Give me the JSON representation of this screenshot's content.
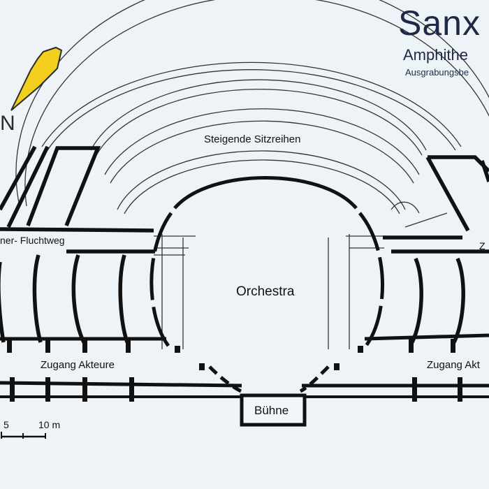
{
  "header": {
    "title": "Sanx",
    "subtitle": "Amphithe",
    "subsubtitle": "Ausgrabungsbe"
  },
  "labels": {
    "seats": "Steigende Sitzreihen",
    "orchestra": "Orchestra",
    "escape_route": "ner- Fluchtweg",
    "access_right": "Z",
    "actors_access_left": "Zugang Akteure",
    "actors_access_right": "Zugang Akt",
    "stage": "Bühne",
    "north": "N"
  },
  "scale_bar": {
    "tick_5": "5",
    "tick_10": "10 m"
  },
  "colors": {
    "background": "#eef3f7",
    "walls": "#111111",
    "title": "#1d2945",
    "north_arrow": "#f2cf1f"
  }
}
